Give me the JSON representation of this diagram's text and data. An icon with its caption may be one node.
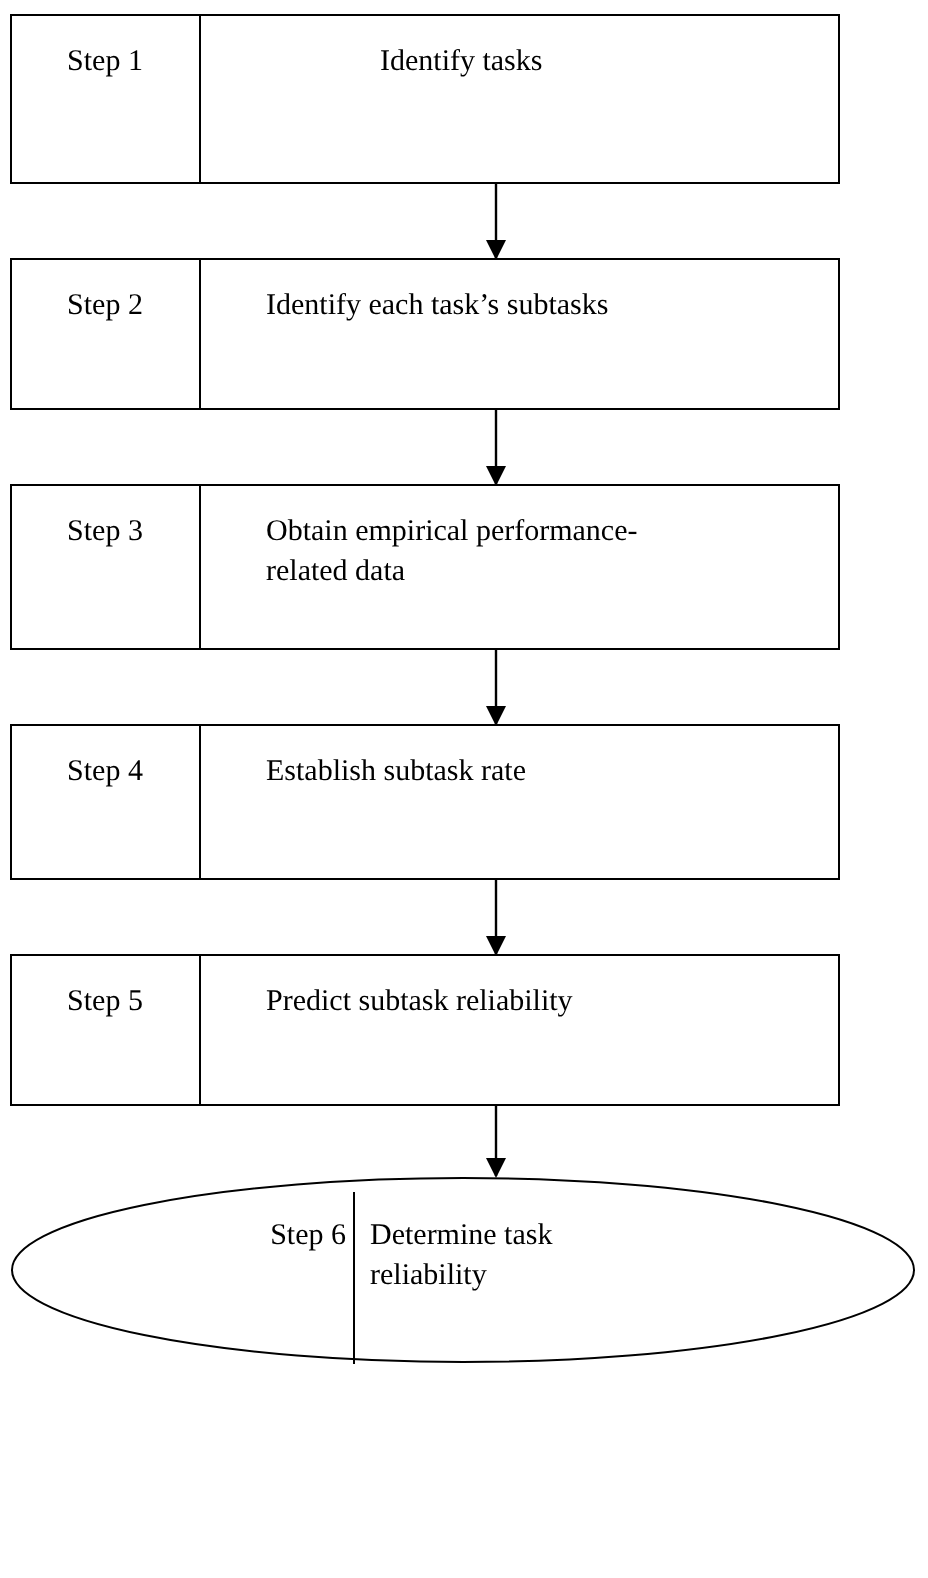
{
  "diagram": {
    "nodes": [
      {
        "text": [
          "Step 1",
          "Identify tasks"
        ]
      },
      {
        "text": [
          "Step 2",
          "Identify each task’s subtasks"
        ]
      },
      {
        "text": [
          "Step 3",
          "Obtain empirical performance-related data"
        ]
      },
      {
        "text": [
          "Step 4",
          "Establish subtask rate"
        ]
      },
      {
        "text": [
          "Step 5",
          "Predict subtask reliability"
        ]
      },
      {
        "text": [
          "Step 6",
          "Determine task reliability"
        ]
      }
    ],
    "edges": [
      {
        "from": 0,
        "to": 1,
        "arrow": "to"
      },
      {
        "from": 1,
        "to": 2,
        "arrow": "to"
      },
      {
        "from": 2,
        "to": 3,
        "arrow": "to"
      },
      {
        "from": 3,
        "to": 4,
        "arrow": "to"
      },
      {
        "from": 4,
        "to": 5,
        "arrow": "to"
      }
    ]
  }
}
